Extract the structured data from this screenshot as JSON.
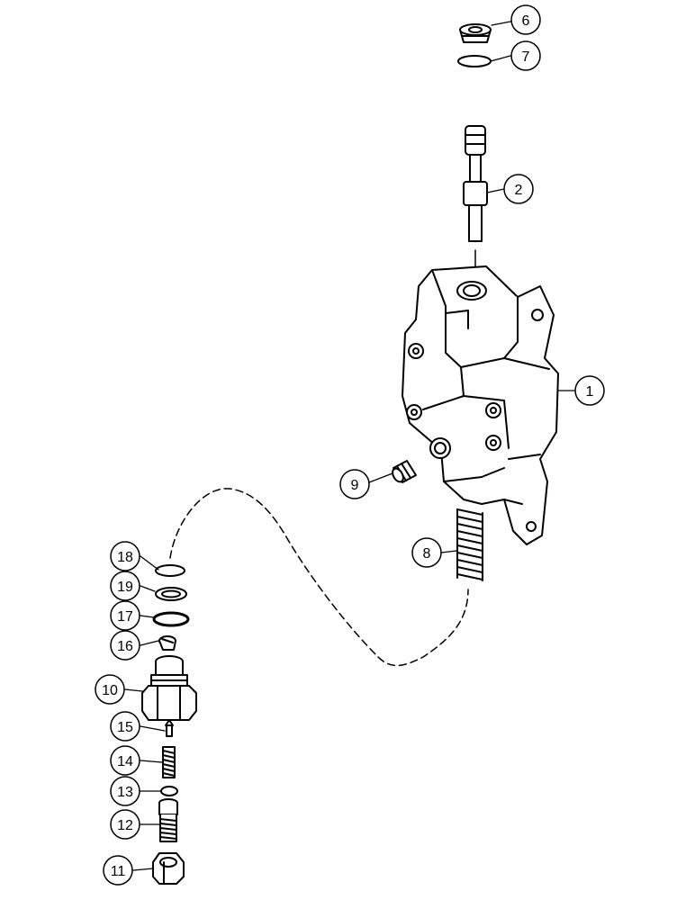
{
  "callouts": [
    {
      "id": "c6",
      "label": "6"
    },
    {
      "id": "c7",
      "label": "7"
    },
    {
      "id": "c2",
      "label": "2"
    },
    {
      "id": "c1",
      "label": "1"
    },
    {
      "id": "c9",
      "label": "9"
    },
    {
      "id": "c8",
      "label": "8"
    },
    {
      "id": "c18",
      "label": "18"
    },
    {
      "id": "c19",
      "label": "19"
    },
    {
      "id": "c17",
      "label": "17"
    },
    {
      "id": "c16",
      "label": "16"
    },
    {
      "id": "c10",
      "label": "10"
    },
    {
      "id": "c15",
      "label": "15"
    },
    {
      "id": "c14",
      "label": "14"
    },
    {
      "id": "c13",
      "label": "13"
    },
    {
      "id": "c12",
      "label": "12"
    },
    {
      "id": "c11",
      "label": "11"
    }
  ],
  "colors": {
    "line": "#000000",
    "background": "#ffffff"
  }
}
